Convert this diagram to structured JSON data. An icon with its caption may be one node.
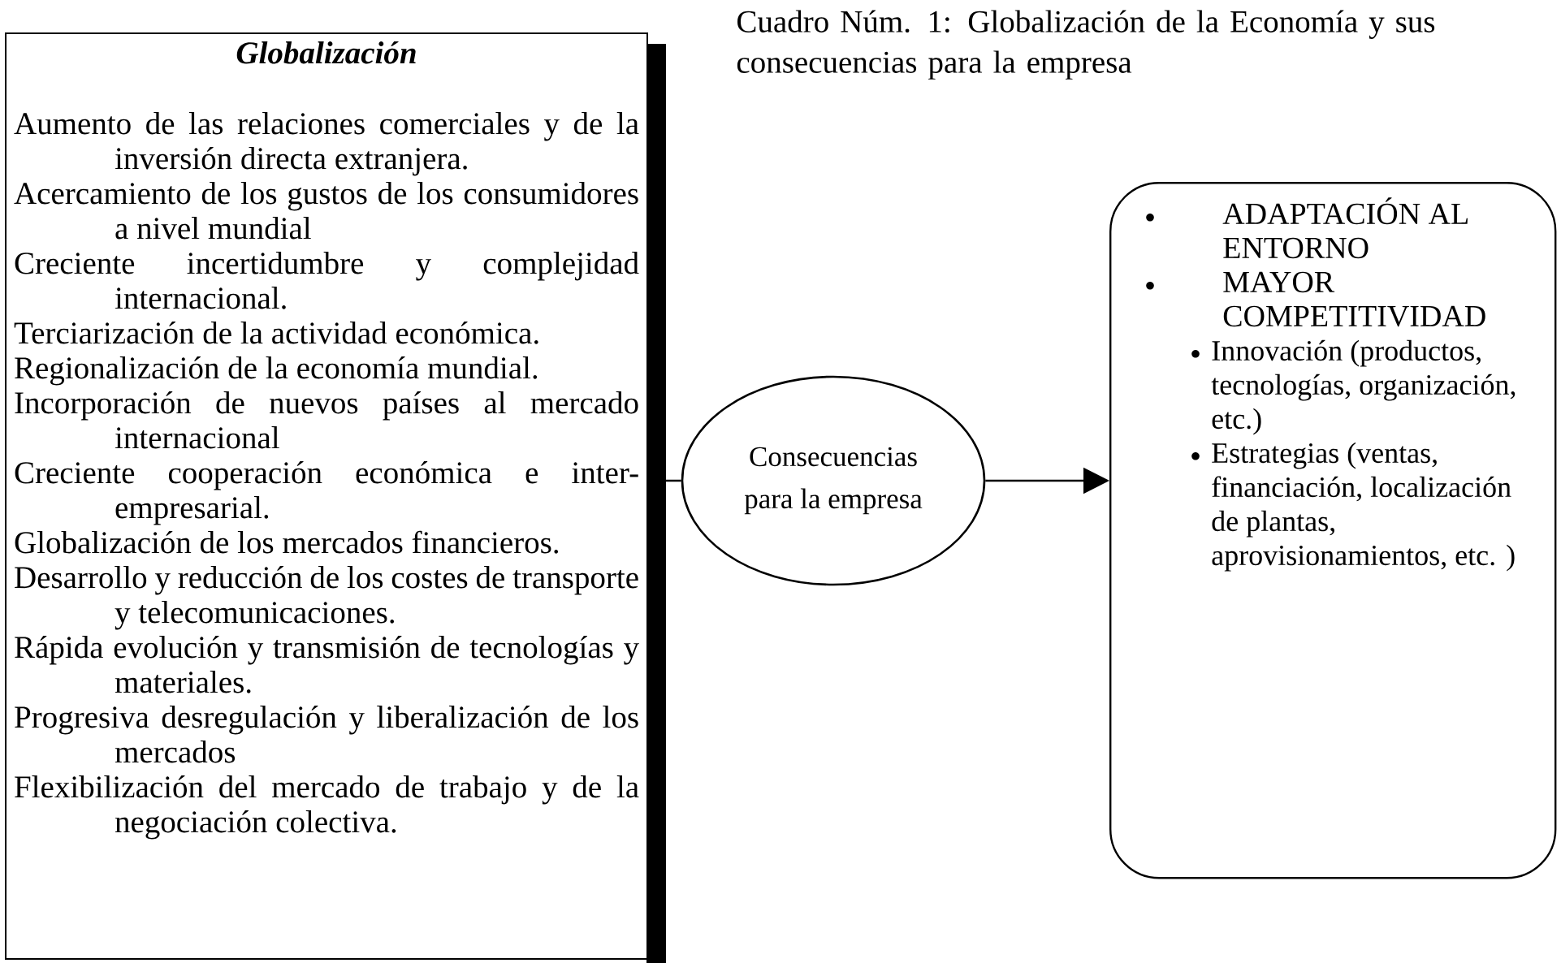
{
  "diagram": {
    "title": "Cuadro Núm. 1: Globalización de la Economía y sus consecuencias para la empresa",
    "nodes": [
      {
        "text": [
          "Globalización",
          "Aumento de las relaciones comerciales y de la inversión directa extranjera.",
          "Acercamiento de los gustos de los consumidores a nivel mundial",
          "Creciente incertidumbre y complejidad internacional.",
          "Terciarización de la actividad económica.",
          "Regionalización de la economía mundial.",
          "Incorporación de nuevos países al mercado internacional",
          "Creciente cooperación económica e inter-empresarial.",
          "Globalización de los mercados financieros.",
          "Desarrollo y reducción de los costes de transporte y telecomunicaciones.",
          "Rápida evolución y transmisión de tecnologías y materiales.",
          "Progresiva desregulación y liberalización de los mercados",
          "Flexibilización del mercado de trabajo y de la negociación colectiva."
        ]
      },
      {
        "text": [
          "Consecuencias para la empresa"
        ]
      },
      {
        "text": [
          "ADAPTACIÓN AL ENTORNO",
          "MAYOR COMPETITIVIDAD",
          "Innovación (productos, tecnologías, organización, etc.)",
          "Estrategias (ventas, financiación, localización de plantas, aprovisionamientos, etc. )"
        ]
      }
    ],
    "edges": [
      {
        "from": 0,
        "to": 1,
        "arrow": "none"
      },
      {
        "from": 1,
        "to": 2,
        "arrow": "to"
      }
    ]
  }
}
